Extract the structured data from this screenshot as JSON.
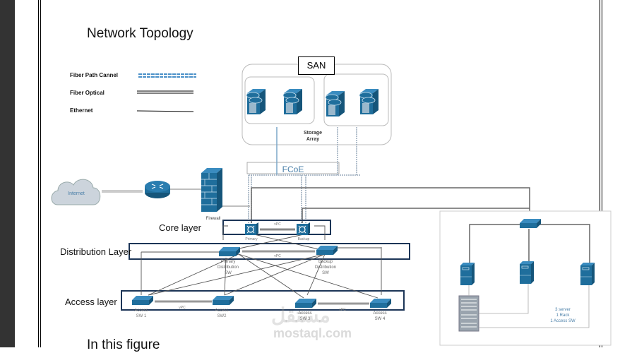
{
  "document": {
    "title": "Network Topology",
    "footer_text": "In this figure",
    "watermark_arabic": "مستقل",
    "watermark_latin": "mostaql.com"
  },
  "legend": {
    "items": [
      {
        "label": "Fiber Path Cannel",
        "style": "dashed-blue"
      },
      {
        "label": "Fiber Optical",
        "style": "double-black"
      },
      {
        "label": "Ethernet",
        "style": "single-black"
      }
    ]
  },
  "san": {
    "label": "SAN",
    "storage_label_line1": "Storage",
    "storage_label_line2": "Array",
    "fcoe_label": "FCoE"
  },
  "edge": {
    "internet_label": "Internet",
    "firewall_label": "Firewall"
  },
  "layers": {
    "core": "Core layer",
    "distribution": "Distribution Layer",
    "access": "Access layer"
  },
  "core_switches": [
    {
      "label": "Primary"
    },
    {
      "label": "Backup"
    }
  ],
  "core_link_label": "vPC",
  "distribution_switches": [
    {
      "label_lines": [
        "Primary",
        "Distribution",
        "SW"
      ]
    },
    {
      "label_lines": [
        "Backup",
        "Distribution",
        "SW"
      ]
    }
  ],
  "distribution_link_label": "vPC",
  "access_switches": [
    {
      "label_lines": [
        "Access",
        "SW 1"
      ]
    },
    {
      "label_lines": [
        "Access",
        "SW2"
      ]
    },
    {
      "label_lines": [
        "Access",
        "SW 3"
      ]
    },
    {
      "label_lines": [
        "Access",
        "SW 4"
      ]
    }
  ],
  "access_link_labels": [
    "vPC",
    "vPC"
  ],
  "rack": {
    "note_lines": [
      "3 server",
      "1 Rack",
      "1 Access SW"
    ]
  },
  "colors": {
    "device_blue": "#1f6e9c",
    "device_dark": "#15557a",
    "layer_box": "#1c3557",
    "fiber_channel": "#4a90c8"
  }
}
